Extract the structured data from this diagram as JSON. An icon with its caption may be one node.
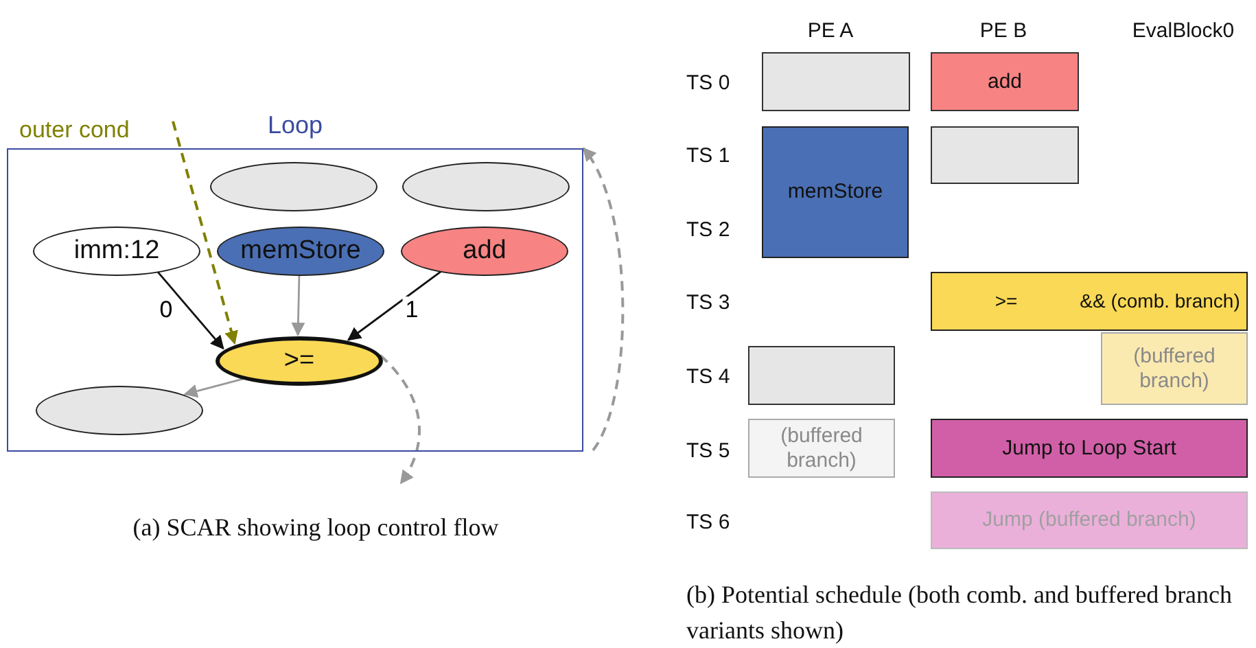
{
  "diagram": {
    "nodes": [
      {
        "text": [
          "Loop"
        ]
      },
      {
        "text": [],
        "shape": "ellipse",
        "in": 0
      },
      {
        "text": [],
        "shape": "ellipse",
        "in": 0
      },
      {
        "text": [
          "imm:12"
        ],
        "in": 0
      },
      {
        "text": [
          "memStore"
        ],
        "in": 0
      },
      {
        "text": [
          "add"
        ],
        "in": 0
      },
      {
        "text": [
          ">="
        ],
        "in": 0
      },
      {
        "text": [],
        "shape": "ellipse",
        "in": 0
      },
      {
        "text": [
          "outer cond"
        ]
      },
      {
        "text": [],
        "shape": "box"
      },
      {
        "text": [
          "add"
        ]
      },
      {
        "text": [
          "memStore"
        ]
      },
      {
        "text": [],
        "shape": "box"
      },
      {
        "text": [
          ">=",
          "&& (comb. branch)"
        ]
      },
      {
        "text": [],
        "shape": "box"
      },
      {
        "text": [
          "(buffered branch)"
        ]
      },
      {
        "text": [
          "(buffered branch)"
        ]
      },
      {
        "text": [
          "Jump to Loop Start"
        ]
      },
      {
        "text": [
          "Jump (buffered branch)"
        ]
      }
    ],
    "edges": [
      {
        "from": 3,
        "to": 6,
        "arrow": "to",
        "label": "0",
        "color": "#111111"
      },
      {
        "from": 4,
        "to": 6,
        "arrow": "to"
      },
      {
        "from": 5,
        "to": 6,
        "arrow": "to",
        "label": "1",
        "color": "#111111"
      },
      {
        "from": 6,
        "to": 7,
        "arrow": "to"
      },
      {
        "from": 8,
        "to": 6,
        "arrow": "to",
        "style": "dashed",
        "color": "#808000"
      },
      {
        "from": 6,
        "to": null,
        "arrow": "to",
        "style": "dashed"
      },
      {
        "from": null,
        "to": 0,
        "arrow": "to",
        "style": "dashed"
      }
    ],
    "labels": [
      "PE A",
      "PE B",
      "EvalBlock0",
      "TS 0",
      "TS 1",
      "TS 2",
      "TS 3",
      "TS 4",
      "TS 5",
      "TS 6",
      "(a) SCAR showing loop control flow",
      "(b) Potential schedule (both comb. and buffered branch variants shown)"
    ]
  }
}
